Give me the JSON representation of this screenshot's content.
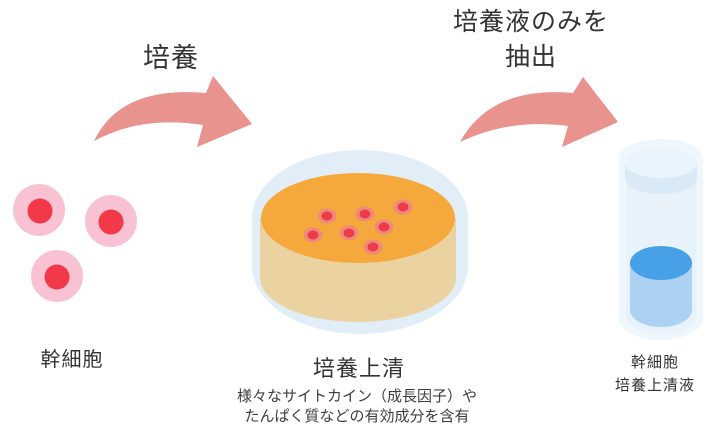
{
  "labels": {
    "culture_arrow": "培養",
    "extract_arrow_line1": "培養液のみを",
    "extract_arrow_line2": "抽出",
    "stem_cells": "幹細胞",
    "culture_supernatant": "培養上清",
    "supernatant_note_line1": "様々なサイトカイン（成長因子）や",
    "supernatant_note_line2": "たんぱく質などの有効成分を含有",
    "vial_line1": "幹細胞",
    "vial_line2": "培養上清液"
  },
  "colors": {
    "background": "#ffffff",
    "text": "#333333",
    "arrow": "#e8938e",
    "stem_cell_outer": "#f9c2d3",
    "stem_cell_nucleus": "#f2394a",
    "dish_glass": "#e2eef7",
    "dish_wall": "#ebd3a1",
    "culture_medium": "#f5a93d",
    "medium_cell_outer": "#f0897b",
    "medium_cell_nucleus": "#ee3b49",
    "vial_halo": "#eff6fc",
    "vial_body": "#e7f2fb",
    "vial_cap_top": "#eaf4fc",
    "vial_cap_band": "#d9eaf6",
    "supernatant_surface": "#48a0e6",
    "supernatant_body": "#abd2f3"
  }
}
